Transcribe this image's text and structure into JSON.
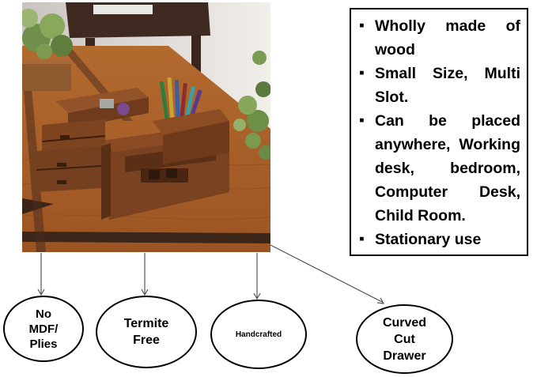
{
  "features": [
    "Wholly made of wood",
    "Small Size, Multi Slot.",
    "Can be placed anywhere, Working desk, bedroom, Computer Desk, Child Room.",
    "Stationary use"
  ],
  "bullet_glyph": "▪",
  "bubbles": {
    "no_mdf": "No\nMDF/\nPlies",
    "termite": "Termite\nFree",
    "handcrafted": "Handcrafted",
    "curved": "Curved\nCut\nDrawer"
  }
}
